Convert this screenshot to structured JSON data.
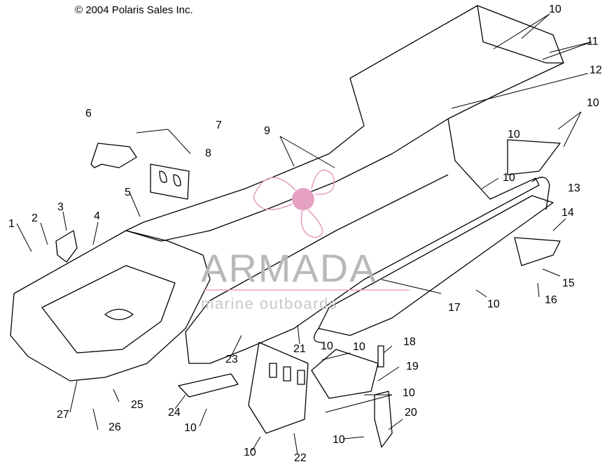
{
  "copyright": "© 2004 Polaris Sales Inc.",
  "watermark": {
    "title": "ARMADA",
    "subtitle": "marine outboards",
    "accent_color": "#e7a2c3"
  },
  "callouts": [
    "1",
    "2",
    "3",
    "4",
    "5",
    "6",
    "7",
    "8",
    "9",
    "10",
    "10",
    "10",
    "10",
    "10",
    "10",
    "10",
    "10",
    "10",
    "10",
    "10",
    "11",
    "12",
    "13",
    "14",
    "15",
    "16",
    "17",
    "18",
    "19",
    "20",
    "21",
    "22",
    "23",
    "24",
    "25",
    "26",
    "27"
  ]
}
